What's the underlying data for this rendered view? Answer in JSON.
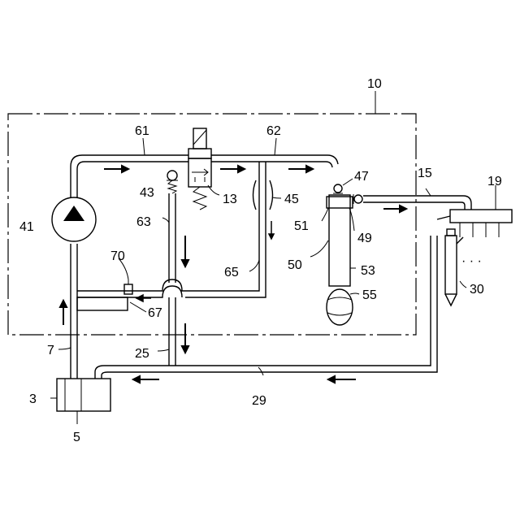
{
  "labels": {
    "l10": "10",
    "l61": "61",
    "l62": "62",
    "l15": "15",
    "l19": "19",
    "l47": "47",
    "l43": "43",
    "l13": "13",
    "l45": "45",
    "l41": "41",
    "l63": "63",
    "l51": "51",
    "l49": "49",
    "l70": "70",
    "l50": "50",
    "l53": "53",
    "l65": "65",
    "l67": "67",
    "l55": "55",
    "l30": "30",
    "l7": "7",
    "l25": "25",
    "l29": "29",
    "l3": "3",
    "l5": "5",
    "dots": "· · ·"
  },
  "colors": {
    "line": "#000000",
    "background": "#ffffff"
  }
}
